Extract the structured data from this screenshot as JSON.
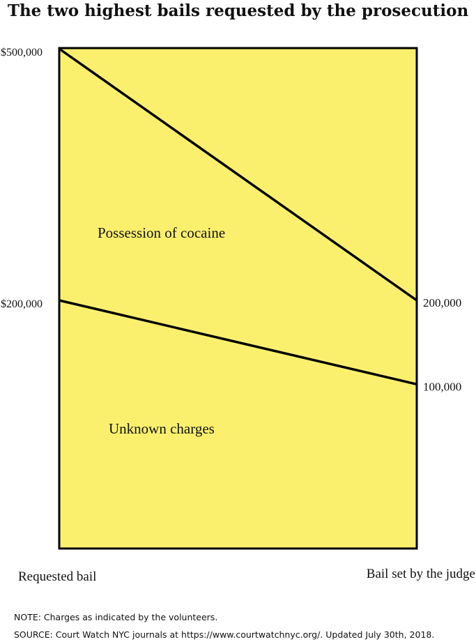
{
  "chart_data": {
    "type": "line",
    "title": "The two highest bails requested by the prosecution",
    "categories": [
      "Requested bail",
      "Bail set by the judge"
    ],
    "ylim": [
      0,
      500000
    ],
    "left_tick_labels": [
      {
        "value": 500000,
        "label": "$500,000"
      },
      {
        "value": 200000,
        "label": "$200,000"
      }
    ],
    "series": [
      {
        "name": "Possession of cocaine",
        "values": [
          500000,
          200000
        ],
        "end_label": "200,000"
      },
      {
        "name": "Unknown charges",
        "values": [
          200000,
          100000
        ],
        "end_label": "100,000"
      }
    ],
    "background_color": "#fbf06e",
    "line_color": "#000000",
    "grid": false,
    "legend": "none"
  },
  "notes": {
    "note": "NOTE: Charges as indicated by the  volunteers.",
    "source": "SOURCE: Court Watch NYC journals at https://www.courtwatchnyc.org/. Updated July 30th, 2018."
  }
}
